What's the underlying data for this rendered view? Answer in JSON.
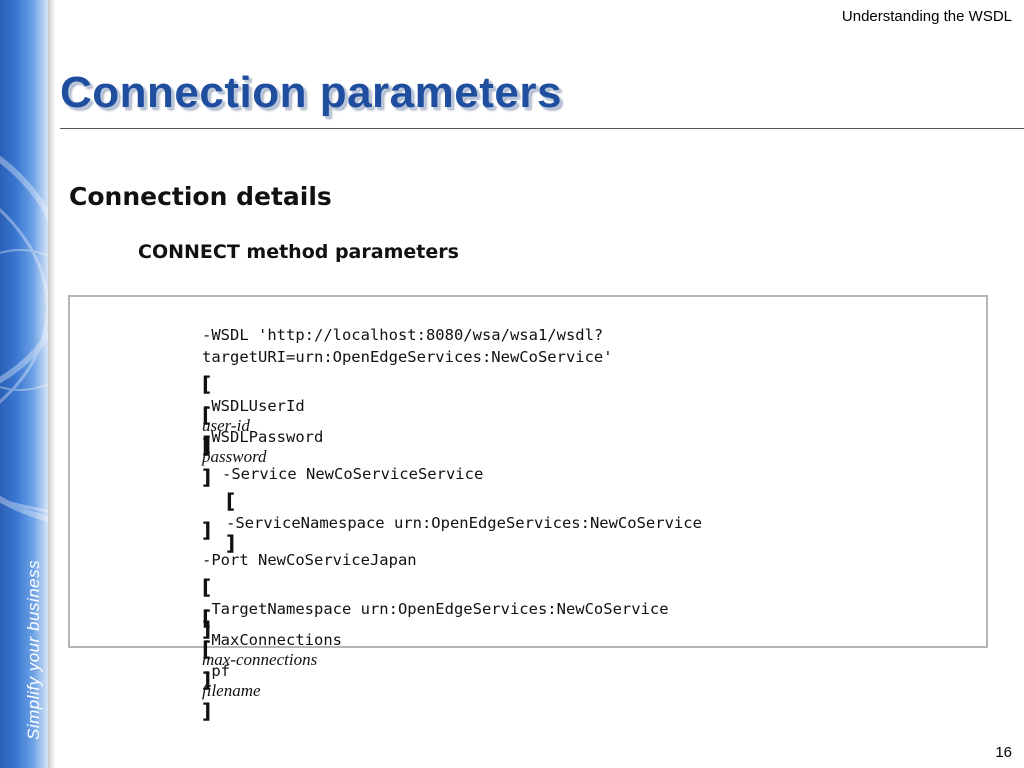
{
  "header": {
    "section_title": "Understanding the WSDL"
  },
  "slide": {
    "title": "Connection parameters",
    "tagline": "Simplify your business",
    "page_number": "16"
  },
  "content": {
    "section_heading": "Connection details",
    "sub_heading": "CONNECT method parameters",
    "code": {
      "line1": "-WSDL 'http://localhost:8080/wsa/wsa1/wsdl?",
      "line2": "targetURI=urn:OpenEdgeServices:NewCoService'",
      "wsdl_user_id_flag": "-WSDLUserId",
      "wsdl_user_id_param": "user-id",
      "wsdl_password_flag": "-WSDLPassword",
      "wsdl_password_param": "password",
      "service_line": "-Service NewCoServiceService",
      "service_namespace_line": "-ServiceNamespace urn:OpenEdgeServices:NewCoService",
      "port_line": "-Port NewCoServiceJapan",
      "target_namespace_line": "-TargetNamespace urn:OpenEdgeServices:NewCoService",
      "max_connections_flag": "-MaxConnections",
      "max_connections_param": "max-connections",
      "pf_flag": "-pf",
      "pf_param": "filename",
      "open_bracket": "[",
      "close_bracket": "]"
    }
  },
  "colors": {
    "title_blue": "#1f4e9e",
    "band_blue": "#3a78d2",
    "box_border": "#b5b5b5"
  }
}
